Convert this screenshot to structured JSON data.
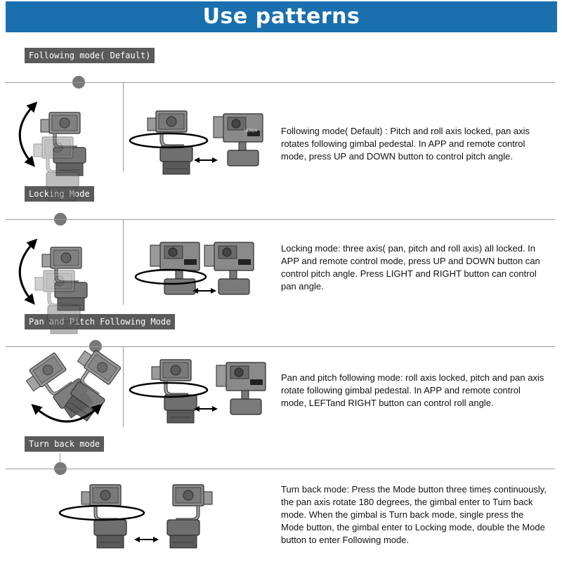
{
  "header": {
    "title": "Use patterns"
  },
  "sections": [
    {
      "tag": "Following mode( Default)",
      "description": "Following mode( Default) : Pitch and roll axis locked, pan axis rotates following gimbal pedestal. In APP and remote control mode, press UP and DOWN button to control pitch angle."
    },
    {
      "tag": "Locking Mode",
      "description": "Locking mode: three axis( pan, pitch and roll axis) all locked. In APP and remote control mode, press UP and DOWN button can control pitch angle. Press LIGHT and RIGHT button can control pan angle."
    },
    {
      "tag": "Pan and Pitch Following Mode",
      "description": "Pan and pitch following mode: roll axis locked, pitch and pan axis rotate following gimbal pedestal. In APP and remote control mode, LEFTand RIGHT button can control roll angle."
    },
    {
      "tag": "Turn back mode",
      "description": "Turn back mode: Press the Mode button three times continuously, the pan axis rotate 180 degrees, the gimbal enter to Turn back mode. When the gimbal is Turn back mode, single press the Mode button, the gimbal enter to Locking mode, double the Mode button to enter Following mode."
    }
  ],
  "camera_badge": "HERO4"
}
